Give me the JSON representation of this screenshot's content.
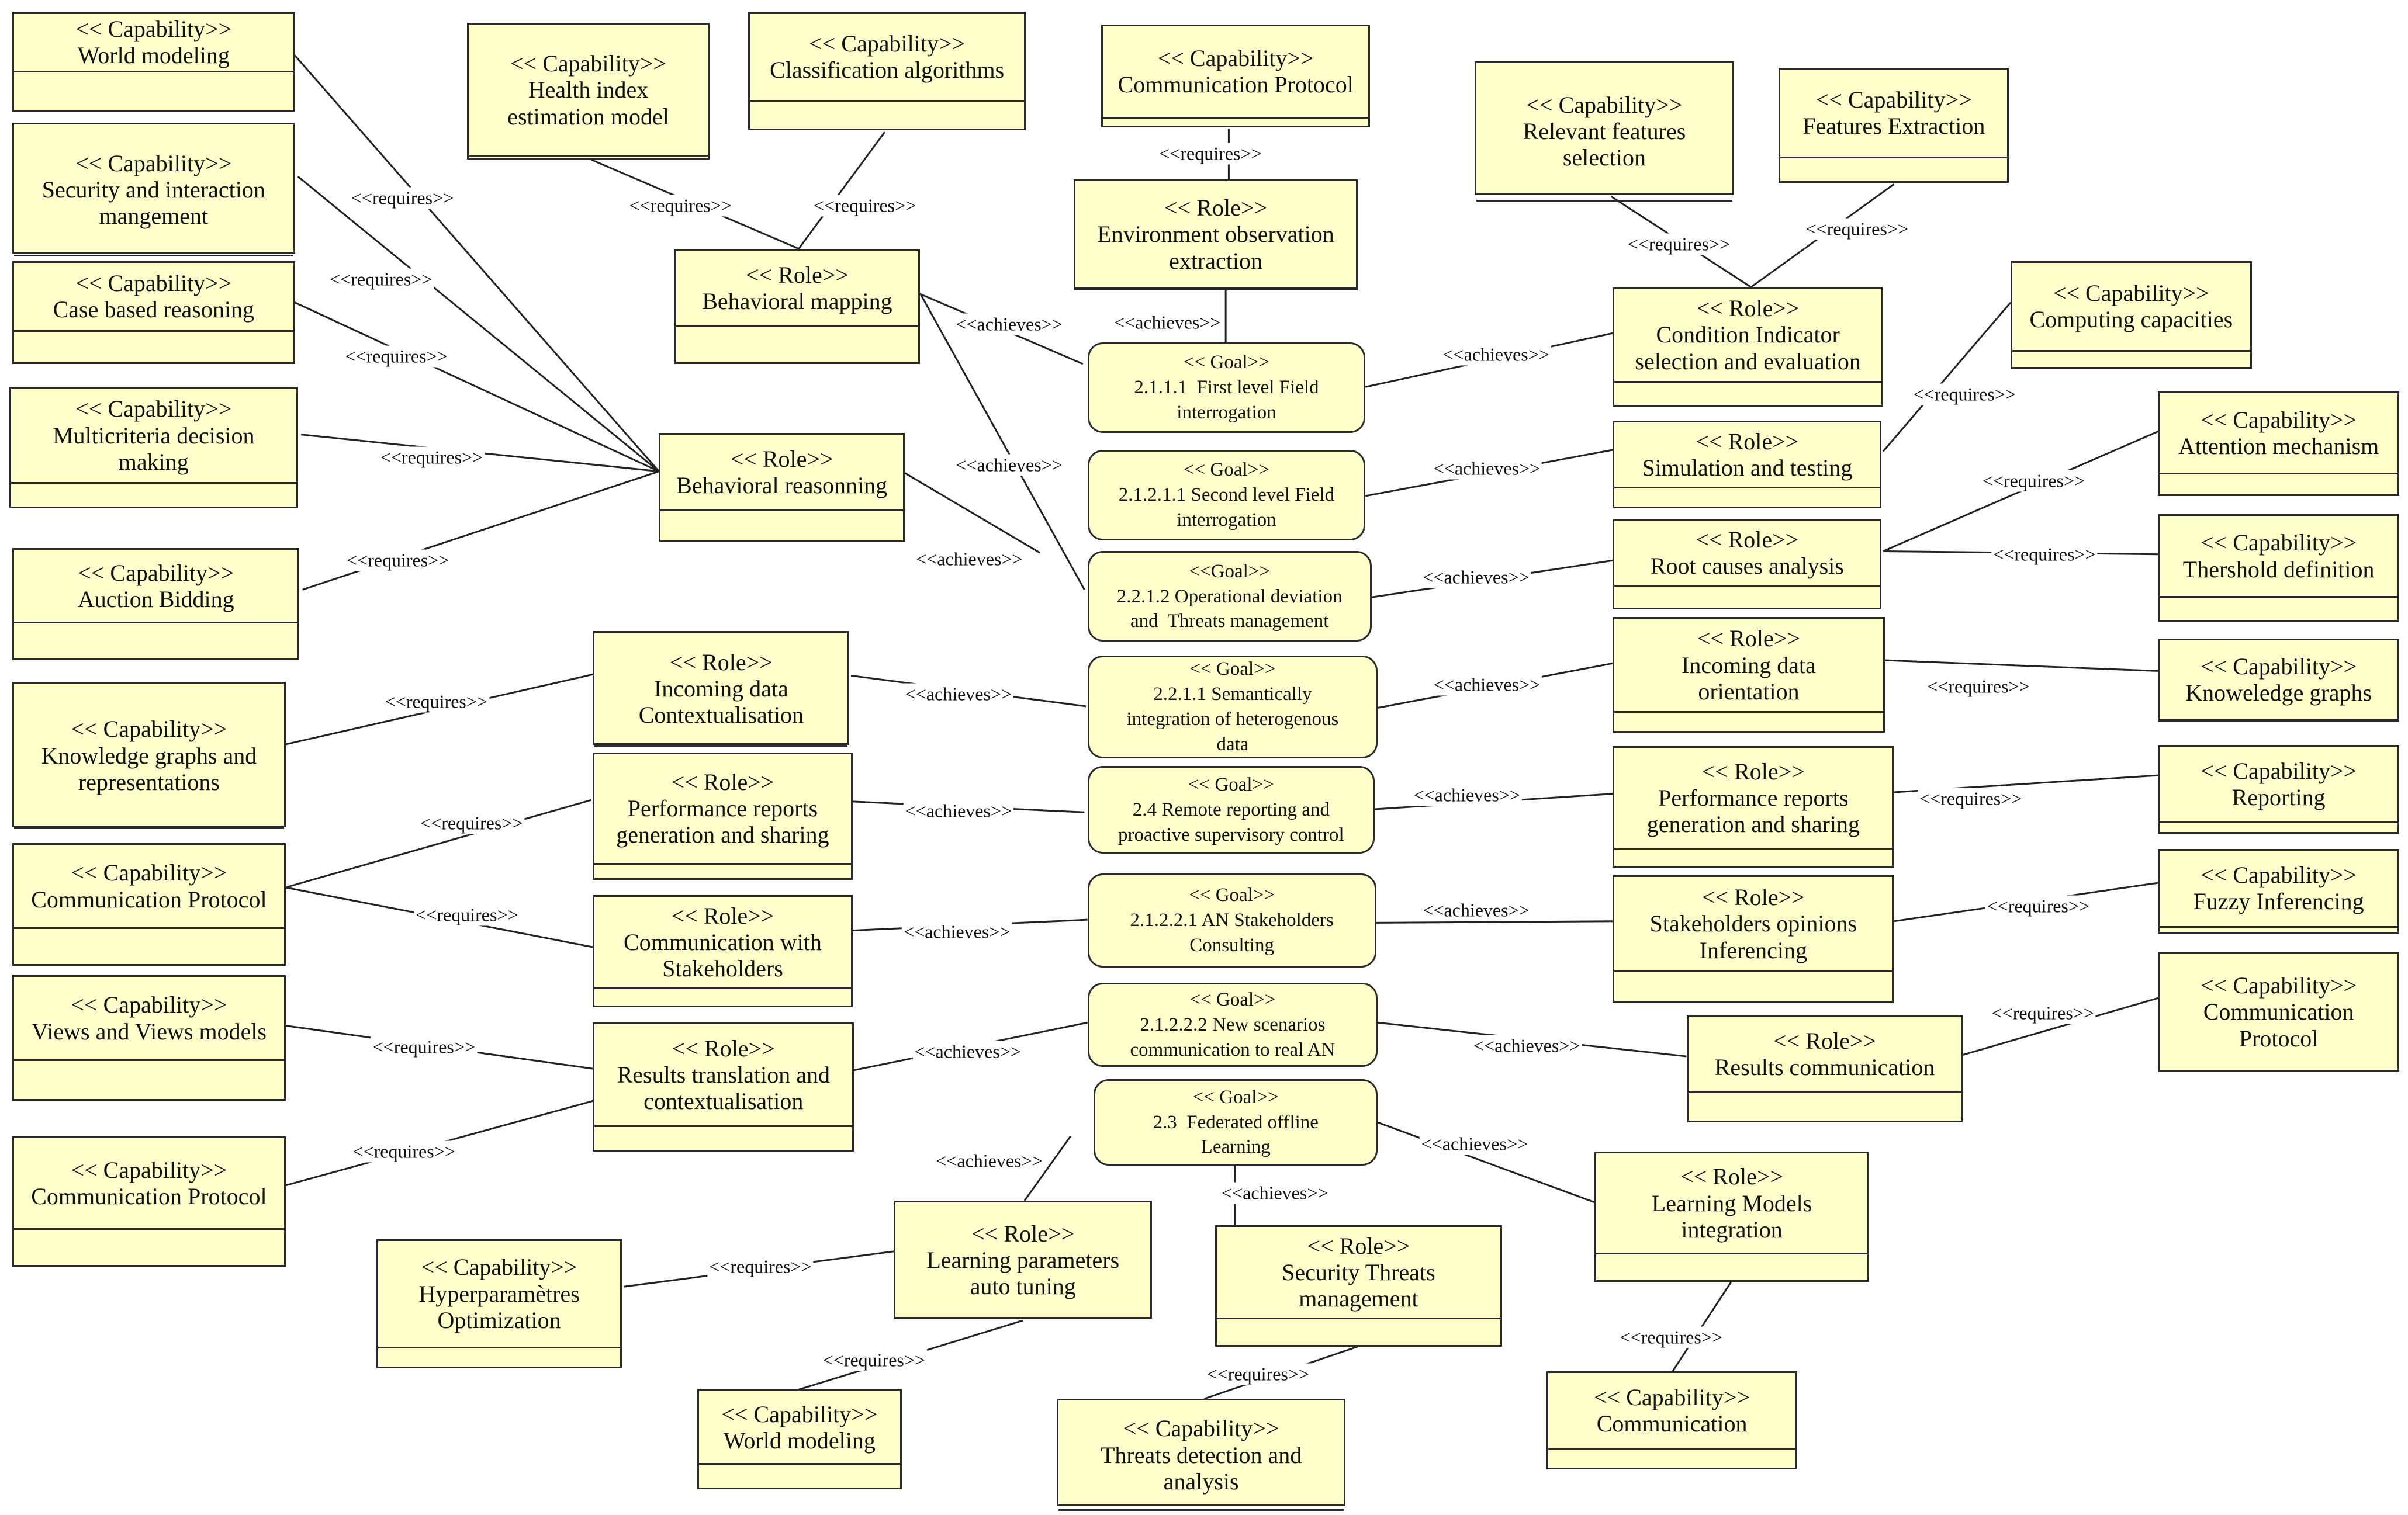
{
  "stereotypes": {
    "capability": "<< Capability>>",
    "role": "<< Role>>",
    "goal_a": "<< Goal>>",
    "goal_b": "<<Goal>>"
  },
  "relations": {
    "requires": "<<requires>>",
    "achieves": "<<achieves>>"
  },
  "elements": [
    {
      "id": "c_world1",
      "kind": "capability",
      "lines": [
        "World modeling"
      ]
    },
    {
      "id": "c_security_mgmt",
      "kind": "capability",
      "lines": [
        "Security and interaction",
        "mangement"
      ]
    },
    {
      "id": "c_cbr",
      "kind": "capability",
      "lines": [
        "Case based reasoning"
      ]
    },
    {
      "id": "c_mcdm",
      "kind": "capability",
      "lines": [
        "Multicriteria decision",
        "making"
      ]
    },
    {
      "id": "c_auction",
      "kind": "capability",
      "lines": [
        "Auction Bidding"
      ]
    },
    {
      "id": "c_kg_rep",
      "kind": "capability",
      "lines": [
        "Knowledge graphs and",
        "representations"
      ]
    },
    {
      "id": "c_comm1",
      "kind": "capability",
      "lines": [
        "Communication Protocol"
      ]
    },
    {
      "id": "c_views",
      "kind": "capability",
      "lines": [
        "Views and Views models"
      ]
    },
    {
      "id": "c_comm2",
      "kind": "capability",
      "lines": [
        "Communication Protocol"
      ]
    },
    {
      "id": "c_health",
      "kind": "capability",
      "lines": [
        "Health index",
        "estimation model"
      ]
    },
    {
      "id": "c_classif",
      "kind": "capability",
      "lines": [
        "Classification algorithms"
      ]
    },
    {
      "id": "c_comm_top",
      "kind": "capability",
      "lines": [
        "Communication Protocol"
      ]
    },
    {
      "id": "c_relevant",
      "kind": "capability",
      "lines": [
        "Relevant features",
        "selection"
      ]
    },
    {
      "id": "c_features",
      "kind": "capability",
      "lines": [
        "Features Extraction"
      ]
    },
    {
      "id": "c_computing",
      "kind": "capability",
      "lines": [
        "Computing capacities"
      ]
    },
    {
      "id": "c_attention",
      "kind": "capability",
      "lines": [
        "Attention mechanism"
      ]
    },
    {
      "id": "c_threshold",
      "kind": "capability",
      "lines": [
        "Thershold definition"
      ]
    },
    {
      "id": "c_kg",
      "kind": "capability",
      "lines": [
        "Knoweledge graphs"
      ]
    },
    {
      "id": "c_reporting",
      "kind": "capability",
      "lines": [
        "Reporting"
      ]
    },
    {
      "id": "c_fuzzy",
      "kind": "capability",
      "lines": [
        "Fuzzy Inferencing"
      ]
    },
    {
      "id": "c_comm_right",
      "kind": "capability",
      "lines": [
        "Communication",
        "Protocol"
      ]
    },
    {
      "id": "c_hyper",
      "kind": "capability",
      "lines": [
        "Hyperparamètres",
        "Optimization"
      ]
    },
    {
      "id": "c_world2",
      "kind": "capability",
      "lines": [
        "World modeling"
      ]
    },
    {
      "id": "c_threats",
      "kind": "capability",
      "lines": [
        "Threats detection and",
        "analysis"
      ]
    },
    {
      "id": "c_communication",
      "kind": "capability",
      "lines": [
        "Communication"
      ]
    },
    {
      "id": "r_beh_map",
      "kind": "role",
      "lines": [
        "Behavioral mapping"
      ]
    },
    {
      "id": "r_beh_reas",
      "kind": "role",
      "lines": [
        "Behavioral reasonning"
      ]
    },
    {
      "id": "r_env_obs",
      "kind": "role",
      "lines": [
        "Environment observation",
        "extraction"
      ]
    },
    {
      "id": "r_incoming_ctx",
      "kind": "role",
      "lines": [
        "Incoming data",
        "Contextualisation"
      ]
    },
    {
      "id": "r_perf_left",
      "kind": "role",
      "lines": [
        "Performance reports",
        "generation and sharing"
      ]
    },
    {
      "id": "r_comm_stake",
      "kind": "role",
      "lines": [
        "Communication with",
        "Stakeholders"
      ]
    },
    {
      "id": "r_results_trans",
      "kind": "role",
      "lines": [
        "Results translation and",
        "contextualisation"
      ]
    },
    {
      "id": "r_learning_params",
      "kind": "role",
      "lines": [
        "Learning parameters",
        "auto tuning"
      ]
    },
    {
      "id": "r_sec_threats",
      "kind": "role",
      "lines": [
        "Security Threats",
        "management"
      ]
    },
    {
      "id": "r_learning_models",
      "kind": "role",
      "lines": [
        "Learning Models",
        "integration"
      ]
    },
    {
      "id": "r_condition",
      "kind": "role",
      "lines": [
        "Condition Indicator",
        "selection and evaluation"
      ]
    },
    {
      "id": "r_simulation",
      "kind": "role",
      "lines": [
        "Simulation and testing"
      ]
    },
    {
      "id": "r_root",
      "kind": "role",
      "lines": [
        "Root causes analysis"
      ]
    },
    {
      "id": "r_incoming_orient",
      "kind": "role",
      "lines": [
        "Incoming data",
        "orientation"
      ]
    },
    {
      "id": "r_perf_right",
      "kind": "role",
      "lines": [
        "Performance reports",
        "generation and sharing"
      ]
    },
    {
      "id": "r_stake_opinions",
      "kind": "role",
      "lines": [
        "Stakeholders opinions",
        "Inferencing"
      ]
    },
    {
      "id": "r_results_comm",
      "kind": "role",
      "lines": [
        "Results communication"
      ]
    },
    {
      "id": "g_2111",
      "kind": "goal",
      "stereo": "goal_a",
      "lines": [
        "2.1.1.1  First level Field",
        "interrogation"
      ]
    },
    {
      "id": "g_21211",
      "kind": "goal",
      "stereo": "goal_a",
      "lines": [
        "2.1.2.1.1 Second level Field",
        "interrogation"
      ]
    },
    {
      "id": "g_2212",
      "kind": "goal",
      "stereo": "goal_b",
      "lines": [
        "2.2.1.2 Operational deviation",
        "and  Threats management"
      ]
    },
    {
      "id": "g_2211",
      "kind": "goal",
      "stereo": "goal_a",
      "lines": [
        "2.2.1.1 Semantically",
        "integration of heterogenous",
        "data"
      ]
    },
    {
      "id": "g_24",
      "kind": "goal",
      "stereo": "goal_a",
      "lines": [
        "2.4 Remote reporting and",
        "proactive supervisory control"
      ]
    },
    {
      "id": "g_21221",
      "kind": "goal",
      "stereo": "goal_a",
      "lines": [
        "2.1.2.2.1 AN Stakeholders",
        "Consulting"
      ]
    },
    {
      "id": "g_21222",
      "kind": "goal",
      "stereo": "goal_a",
      "lines": [
        "2.1.2.2.2 New scenarios",
        "communication to real AN"
      ]
    },
    {
      "id": "g_23",
      "kind": "goal",
      "stereo": "goal_a",
      "lines": [
        "2.3  Federated offline",
        "Learning"
      ]
    }
  ]
}
